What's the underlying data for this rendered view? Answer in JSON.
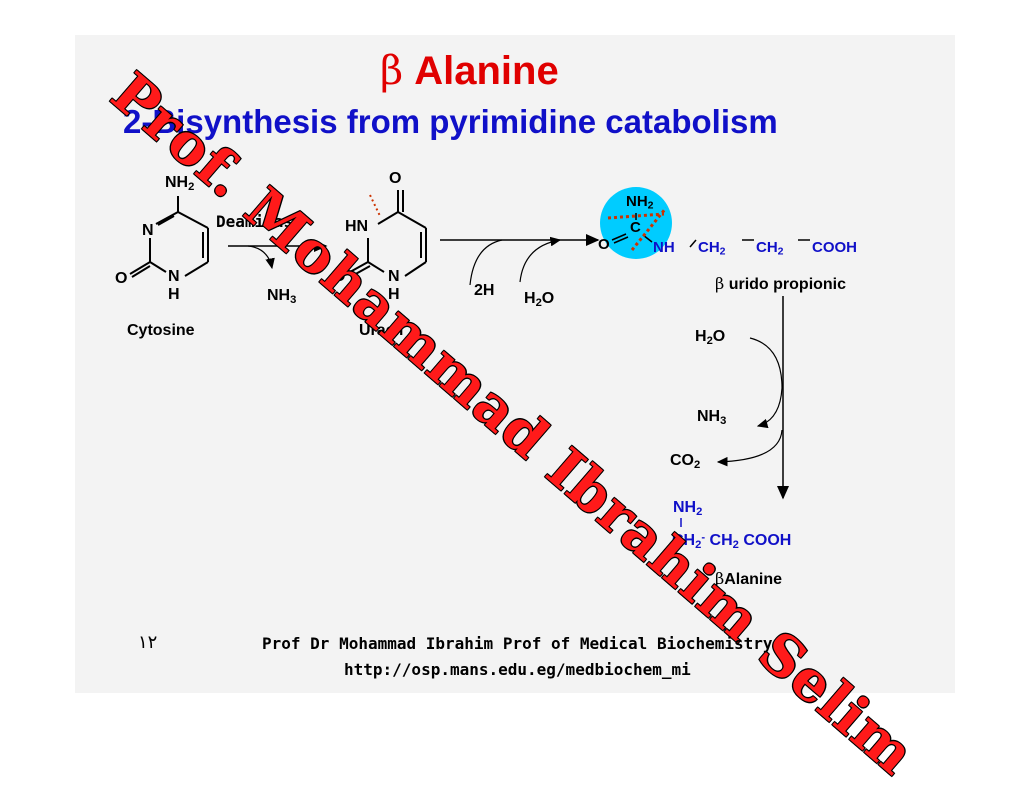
{
  "title": {
    "greek": "β",
    "word": "Alanine"
  },
  "subtitle": "2-Bisynthesis from pyrimidine catabolism",
  "cytosine": {
    "nh2_main": "NH",
    "nh2_sub": "2",
    "n_ring": "N",
    "o": "O",
    "n_bottom": "N",
    "h_bottom": "H",
    "name": "Cytosine"
  },
  "deaminase": {
    "label": "Deaminase",
    "nh3_main": "NH",
    "nh3_sub": "3"
  },
  "uracil": {
    "o_top": "O",
    "hn": "HN",
    "o_left": "O",
    "n_bottom": "N",
    "h_bottom": "H",
    "name": "Uracil"
  },
  "reduction": {
    "h2": "2H",
    "h2o_main": "H",
    "h2o_sub": "2",
    "h2o_end": "O"
  },
  "urido": {
    "nh2_main": "NH",
    "nh2_sub": "2",
    "c": "C",
    "o": "O",
    "chain": "NH",
    "ch2a_main": "CH",
    "ch2a_sub": "2",
    "ch2b_main": "CH",
    "ch2b_sub": "2",
    "cooh": "COOH",
    "greek": "β",
    "name": "urido propionic"
  },
  "hydrolysis": {
    "h2o_main": "H",
    "h2o_sub": "2",
    "h2o_end": "O",
    "nh3_main": "NH",
    "nh3_sub": "3",
    "co2_main": "CO",
    "co2_sub": "2"
  },
  "product": {
    "nh2_main": "NH",
    "nh2_sub": "2",
    "ch2a_main": "CH",
    "ch2a_sub": "2",
    "ch2a_sup": "-",
    "ch2b_main": "CH",
    "ch2b_sub": "2",
    "cooh": "COOH",
    "greek": "β",
    "name": "Alanine"
  },
  "footer": {
    "page_number": "١٢",
    "author": "Prof Dr Mohammad Ibrahim Prof of Medical Biochemistry",
    "url": "http://osp.mans.edu.eg/medbiochem_mi"
  },
  "watermark": "Prof. Mohammad Ibrahim Selim",
  "colors": {
    "title_red": "#e00000",
    "chem_blue": "#1010c8",
    "slide_bg": "#f3f3f3",
    "highlight": "#00ccff",
    "bond_cut": "#cc3300"
  }
}
